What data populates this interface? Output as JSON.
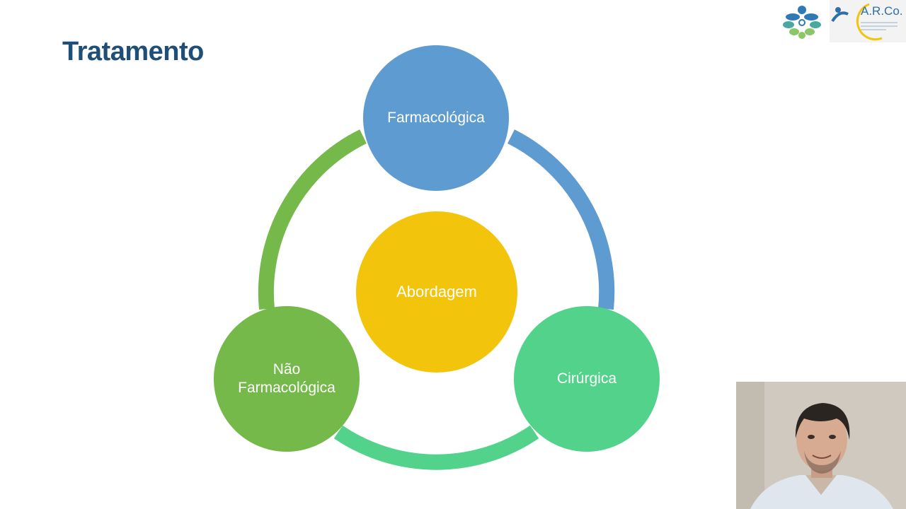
{
  "slide": {
    "title": "Tratamento"
  },
  "diagram": {
    "center": {
      "label": "Abordagem",
      "color": "#f2c40c"
    },
    "nodes": [
      {
        "label": "Farmacológica",
        "color": "#5e9bd0"
      },
      {
        "label": "Não\nFarmacológica",
        "color": "#74b94a"
      },
      {
        "label": "Cirúrgica",
        "color": "#52d28a"
      }
    ],
    "arc_colors": [
      "#5e9bd0",
      "#52d28a",
      "#74b94a"
    ]
  },
  "logos": [
    {
      "name": "spiral-logo",
      "colors": [
        "#2f79b5",
        "#4aa8a0",
        "#8cc66a"
      ]
    },
    {
      "name": "arco-logo",
      "text": "A.R.Co.",
      "colors": [
        "#2e6fa8",
        "#f2c40c"
      ]
    }
  ],
  "webcam": {
    "icon": "presenter-video"
  }
}
